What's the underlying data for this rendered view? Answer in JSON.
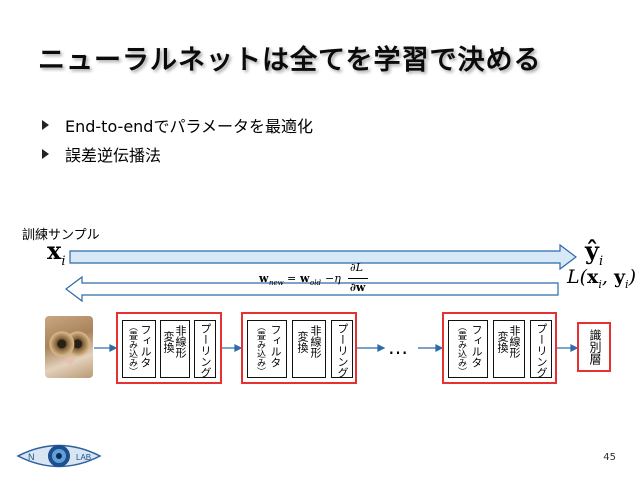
{
  "slide": {
    "title": "ニューラルネットは全てを学習で決める",
    "bullets": [
      "End-to-endでパラメータを最適化",
      "誤差逆伝播法"
    ],
    "train_label": "訓練サンプル",
    "page_number": "45"
  },
  "math": {
    "input": "x",
    "input_sub": "i",
    "output": "ŷ",
    "output_sub": "i",
    "loss_L": "L",
    "loss_x": "x",
    "loss_y": "y",
    "loss_sub": "i",
    "update_w": "w",
    "update_new": "new",
    "update_old": "old",
    "update_eq": "=",
    "update_minus": "−η",
    "update_num": "∂L",
    "update_den": "∂w"
  },
  "network": {
    "groups": [
      {
        "filter": "フィルタ",
        "filter_note": "（畳み込み）",
        "nonlinear": "非線形",
        "transform": "変換",
        "pooling": "プーリング"
      },
      {
        "filter": "フィルタ",
        "filter_note": "（畳み込み）",
        "nonlinear": "非線形",
        "transform": "変換",
        "pooling": "プーリング"
      },
      {
        "filter": "フィルタ",
        "filter_note": "（畳み込み）",
        "nonlinear": "非線形",
        "transform": "変換",
        "pooling": "プーリング"
      }
    ],
    "ellipsis": "…",
    "classifier": "識別層"
  },
  "logo": {
    "left": "N",
    "right": "LAB"
  },
  "colors": {
    "group_border": "#e53131",
    "forward_fill": "#d7e8f7",
    "backward_fill": "#ffffff"
  }
}
